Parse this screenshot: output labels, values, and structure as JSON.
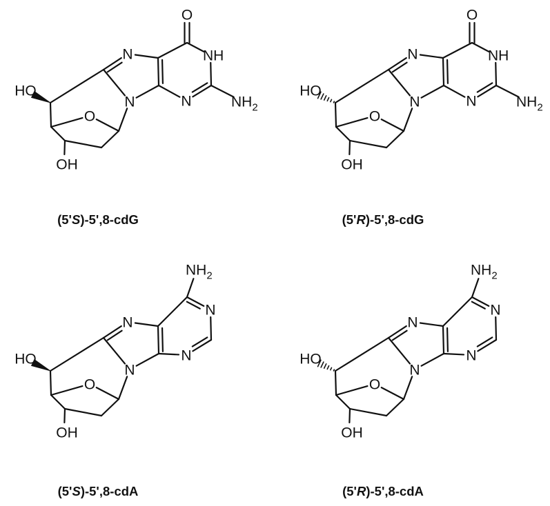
{
  "structures": [
    {
      "caption": {
        "pre": "(5'",
        "stereo": "S",
        "post": ")-5',8-cdG"
      },
      "base": "guanine",
      "stereo_bond": "wedge",
      "labels": {
        "ho": "HO",
        "oh": "OH",
        "ring_o": "O",
        "n7": "N",
        "n9": "N",
        "n3": "N",
        "nh": "NH",
        "carbonyl_o": "O",
        "nh2": {
          "main": "NH",
          "sub": "2"
        }
      }
    },
    {
      "caption": {
        "pre": "(5'",
        "stereo": "R",
        "post": ")-5',8-cdG"
      },
      "base": "guanine",
      "stereo_bond": "hash",
      "labels": {
        "ho": "HO",
        "oh": "OH",
        "ring_o": "O",
        "n7": "N",
        "n9": "N",
        "n3": "N",
        "nh": "NH",
        "carbonyl_o": "O",
        "nh2": {
          "main": "NH",
          "sub": "2"
        }
      }
    },
    {
      "caption": {
        "pre": "(5'",
        "stereo": "S",
        "post": ")-5',8-cdA"
      },
      "base": "adenine",
      "stereo_bond": "wedge",
      "labels": {
        "ho": "HO",
        "oh": "OH",
        "ring_o": "O",
        "n7": "N",
        "n9": "N",
        "n3": "N",
        "n1": "N",
        "nh2": {
          "main": "NH",
          "sub": "2"
        }
      }
    },
    {
      "caption": {
        "pre": "(5'",
        "stereo": "R",
        "post": ")-5',8-cdA"
      },
      "base": "adenine",
      "stereo_bond": "hash",
      "labels": {
        "ho": "HO",
        "oh": "OH",
        "ring_o": "O",
        "n7": "N",
        "n9": "N",
        "n3": "N",
        "n1": "N",
        "nh2": {
          "main": "NH",
          "sub": "2"
        }
      }
    }
  ]
}
